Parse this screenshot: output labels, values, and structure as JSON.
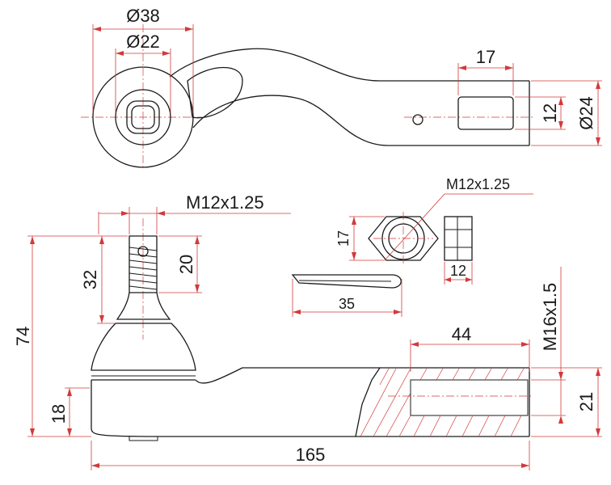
{
  "drawing": {
    "top_view": {
      "outer_diameter": "Ø38",
      "inner_diameter": "Ø22",
      "hex_length": "17",
      "flat_width": "12",
      "end_diameter": "Ø24"
    },
    "nut": {
      "thread": "M12x1.25",
      "height": "17",
      "width": "12"
    },
    "cotter_pin": {
      "length": "35"
    },
    "side_view": {
      "stud_thread": "M12x1.25",
      "thread_length": "20",
      "stud_length": "32",
      "total_height": "74",
      "base_height": "18",
      "inner_thread": "M16x1.5",
      "thread_depth": "44",
      "end_height": "21",
      "total_length": "165"
    }
  },
  "colors": {
    "outline": "#1a1a1a",
    "dimension": "#d23a3a",
    "background": "#ffffff"
  }
}
